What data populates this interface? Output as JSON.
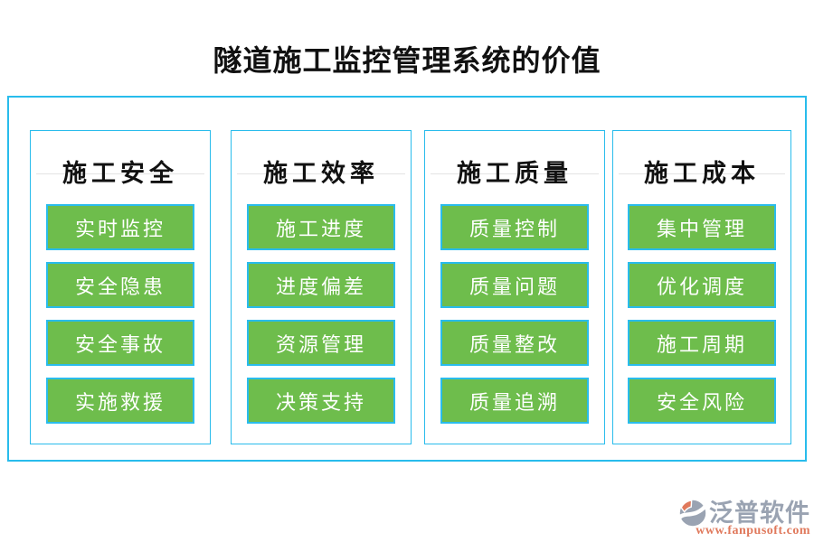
{
  "page": {
    "title": "隧道施工监控管理系统的价值",
    "background": "#ffffff"
  },
  "diagram": {
    "columns": [
      {
        "header": "施工安全",
        "items": [
          "实时监控",
          "安全隐患",
          "安全事故",
          "实施救援"
        ]
      },
      {
        "header": "施工效率",
        "items": [
          "施工进度",
          "进度偏差",
          "资源管理",
          "决策支持"
        ]
      },
      {
        "header": "施工质量",
        "items": [
          "质量控制",
          "质量问题",
          "质量整改",
          "质量追溯"
        ]
      },
      {
        "header": "施工成本",
        "items": [
          "集中管理",
          "优化调度",
          "施工周期",
          "安全风险"
        ]
      }
    ]
  },
  "branding": {
    "name": "泛普软件",
    "url": "www.fanpusoft.com",
    "icon": "fanpu-circle-swoosh-icon"
  },
  "colors": {
    "accent_cyan": "#29bcec",
    "button_green": "#6ebd4c",
    "button_text": "#ffffff",
    "title_text": "#111111",
    "header_line": "#e3e3e3",
    "logo_gray": "#9aa3b2",
    "logo_coral": "#e0795c"
  }
}
